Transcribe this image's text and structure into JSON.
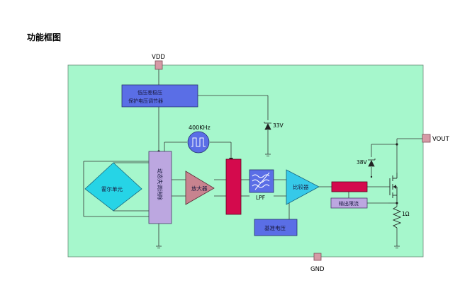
{
  "page_title": "功能框图",
  "pins": {
    "vdd": "VDD",
    "gnd": "GND",
    "vout": "VOUT"
  },
  "blocks": {
    "regulator_line1": "低压差稳压",
    "regulator_line2": "保护电压调节器",
    "hall": "霍尔单元",
    "chopper": "动态失调消除",
    "amplifier": "放大器",
    "filter": "LPF",
    "comparator": "比较器",
    "reference": "基准电压",
    "current_limit": "输出限流"
  },
  "labels": {
    "oscillator": "400KHz",
    "zener_33v": "33V",
    "zener_38v": "38V",
    "resistor": "1Ω"
  },
  "colors": {
    "die_fill": "#a6f7cc",
    "block_blue": "#5a6ee6",
    "block_purple": "#bca7e0",
    "hall_cyan": "#26d4e6",
    "amp_pink": "#c8838f",
    "crimson": "#d40a4d",
    "comparator_cyan": "#36c9e9",
    "pin_pink": "#d69aa6"
  }
}
